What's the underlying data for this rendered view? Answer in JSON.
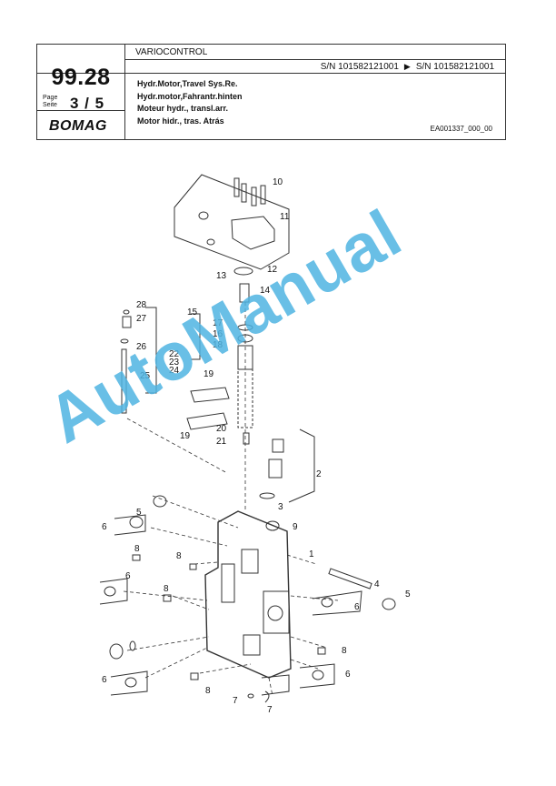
{
  "header": {
    "category": "VARIOCONTROL",
    "sn_from": "S/N 101582121001",
    "sn_to": "S/N 101582121001",
    "group_number": "99.28",
    "page_label_en": "Page",
    "page_label_de": "Seite",
    "page_value": "3 / 5",
    "brand": "BOMAG",
    "titles": [
      "Hydr.Motor,Travel Sys.Re.",
      "Hydr.motor,Fahrantr.hinten",
      "Moteur hydr., transl.arr.",
      "Motor hidr., tras. Atrás"
    ],
    "doc_id": "EA001337_000_00"
  },
  "watermark": {
    "text": "AutoManual",
    "color": "#4fb4e2"
  },
  "callouts": [
    "10",
    "11",
    "12",
    "13",
    "14",
    "15",
    "17",
    "16",
    "18",
    "19",
    "19",
    "20",
    "21",
    "28",
    "27",
    "26",
    "22",
    "23",
    "24",
    "25",
    "2",
    "3",
    "9",
    "5",
    "6",
    "8",
    "8",
    "1",
    "6",
    "8",
    "4",
    "5",
    "6",
    "8",
    "6",
    "6",
    "8",
    "7",
    "7"
  ]
}
